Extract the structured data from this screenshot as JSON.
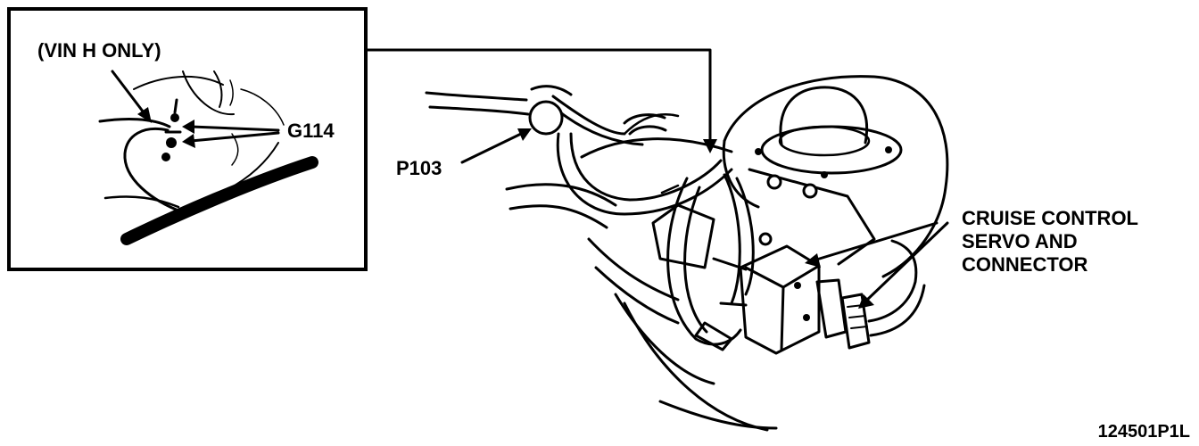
{
  "inset": {
    "title": "(VIN H ONLY)",
    "ground_label": "G114"
  },
  "labels": {
    "connector": "P103",
    "servo_line1": "CRUISE CONTROL",
    "servo_line2": "SERVO AND",
    "servo_line3": "CONNECTOR",
    "figure_id": "124501P1L"
  },
  "colors": {
    "ink": "#000000",
    "paper": "#ffffff"
  }
}
